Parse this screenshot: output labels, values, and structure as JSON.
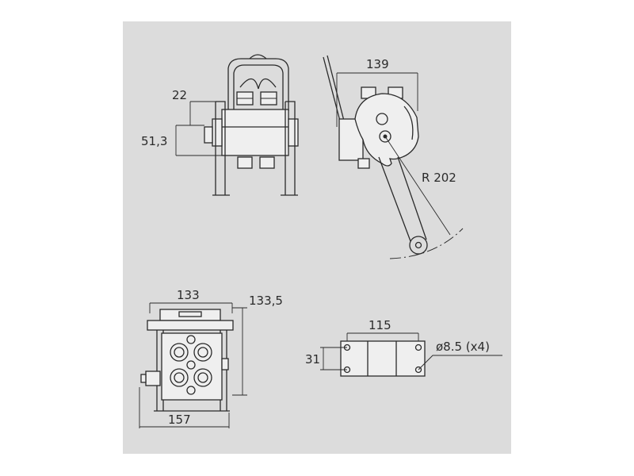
{
  "colors": {
    "page": "#ffffff",
    "panel": "#dcdcdc",
    "ink": "#2a2a2a",
    "part": "#efefef"
  },
  "dimensions": {
    "front_width_top": "22",
    "front_height_side": "51,3",
    "side_width": "139",
    "lever_radius": "R 202",
    "bottom_width_top": "133",
    "bottom_height": "133,5",
    "bottom_width_base": "157",
    "mount_width": "115",
    "mount_height": "31",
    "hole_spec": "ø8.5 (x4)"
  }
}
